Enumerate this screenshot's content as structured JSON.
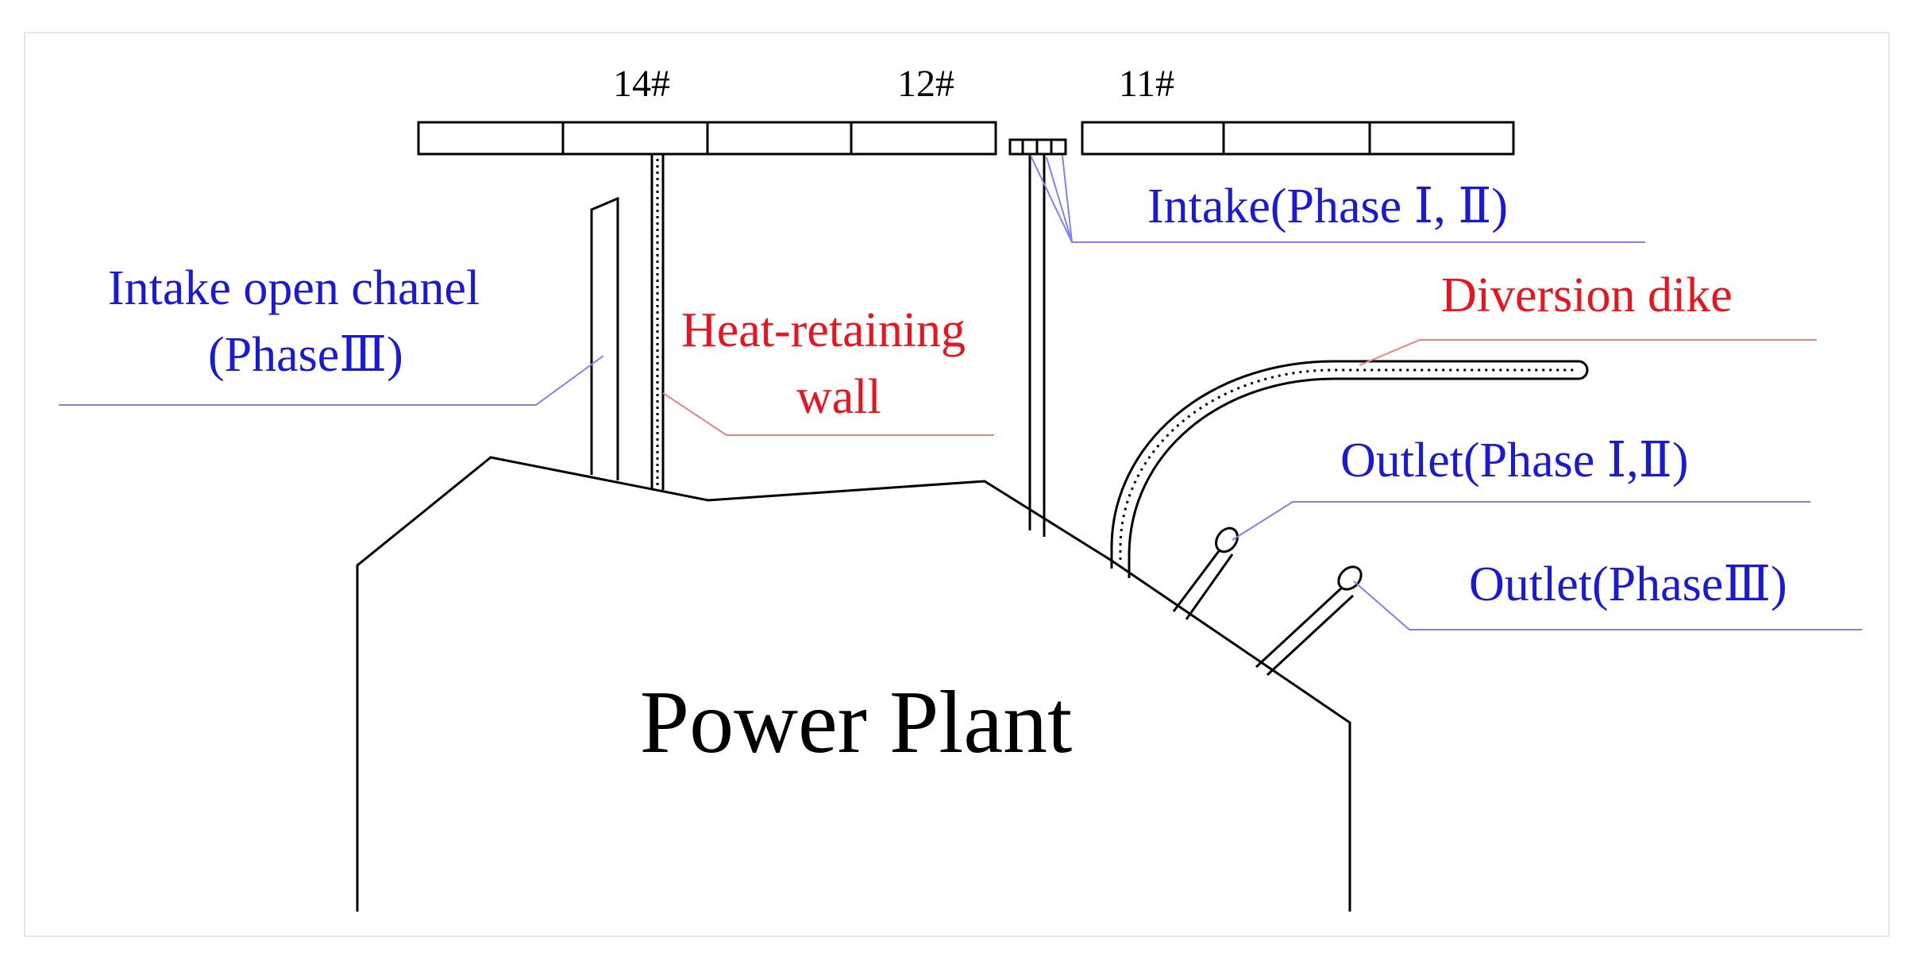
{
  "berths": {
    "b14": "14#",
    "b12": "12#",
    "b11": "11#"
  },
  "labels": {
    "intake_phase_1_2": "Intake(Phase Ⅰ, Ⅱ)",
    "intake_open_channel_line1": "Intake open chanel",
    "intake_open_channel_line2": "(PhaseⅢ)",
    "heat_retaining_wall_line1": "Heat-retaining",
    "heat_retaining_wall_line2": "wall",
    "diversion_dike": "Diversion dike",
    "outlet_phase_1_2": "Outlet(Phase Ⅰ,Ⅱ)",
    "outlet_phase_3": "Outlet(PhaseⅢ)",
    "power_plant": "Power Plant"
  },
  "colors": {
    "blue_label": "#1a1ad6",
    "red_label": "#e8141e",
    "outline": "#000000"
  }
}
